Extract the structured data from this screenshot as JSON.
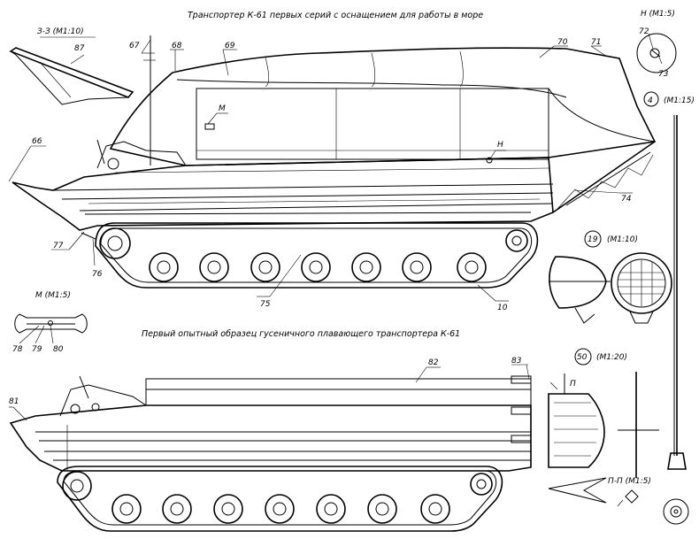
{
  "titles": {
    "top": "Транспортер К-61 первых серий с оснащением для работы в море",
    "bottom": "Первый опытный образец гусеничного плавающего транспортера К-61"
  },
  "views": {
    "zz": "З-З (М1:10)",
    "n": "Н (М1:5)",
    "v4": "(М1:15)",
    "v19": "(М1:10)",
    "m": "М (М1:5)",
    "v50": "(М1:20)",
    "pp": "П-П (М1:5)"
  },
  "markers": {
    "m": "М",
    "n": "Н",
    "p": "П",
    "c4": "4",
    "c19": "19",
    "c50": "50"
  },
  "callouts": {
    "c10": "10",
    "c66": "66",
    "c67": "67",
    "c68": "68",
    "c69": "69",
    "c70": "70",
    "c71": "71",
    "c72": "72",
    "c73": "73",
    "c74": "74",
    "c75": "75",
    "c76": "76",
    "c77": "77",
    "c78": "78",
    "c79": "79",
    "c80": "80",
    "c81": "81",
    "c82": "82",
    "c83": "83",
    "c87": "87"
  }
}
